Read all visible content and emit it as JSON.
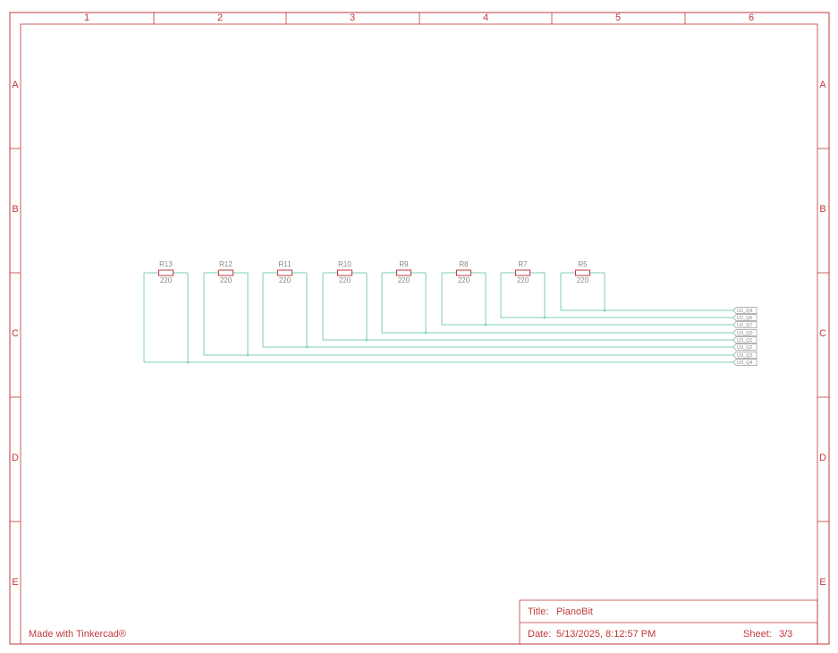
{
  "grid": {
    "columns": [
      "1",
      "2",
      "3",
      "4",
      "5",
      "6"
    ],
    "rows": [
      "A",
      "B",
      "C",
      "D",
      "E"
    ]
  },
  "resistors": [
    {
      "ref": "R13",
      "value": "220"
    },
    {
      "ref": "R12",
      "value": "220"
    },
    {
      "ref": "R11",
      "value": "220"
    },
    {
      "ref": "R10",
      "value": "220"
    },
    {
      "ref": "R9",
      "value": "220"
    },
    {
      "ref": "R8",
      "value": "220"
    },
    {
      "ref": "R7",
      "value": "220"
    },
    {
      "ref": "R5",
      "value": "220"
    }
  ],
  "net_labels": [
    "U2_Q4",
    "U2_Q6",
    "U2_Q7",
    "U3_Q0",
    "U3_Q1",
    "U3_Q2",
    "U3_Q3",
    "U3_Q4"
  ],
  "title_block": {
    "title_label": "Title:",
    "title": "PianoBit",
    "date_label": "Date:",
    "date": "5/13/2025, 8:12:57 PM",
    "sheet_label": "Sheet:",
    "sheet": "3/3"
  },
  "footer": "Made with Tinkercad®",
  "colors": {
    "frame": "#c0393b",
    "wire": "#7fcfb2",
    "part": "#c0393b",
    "text_grey": "#888888"
  }
}
